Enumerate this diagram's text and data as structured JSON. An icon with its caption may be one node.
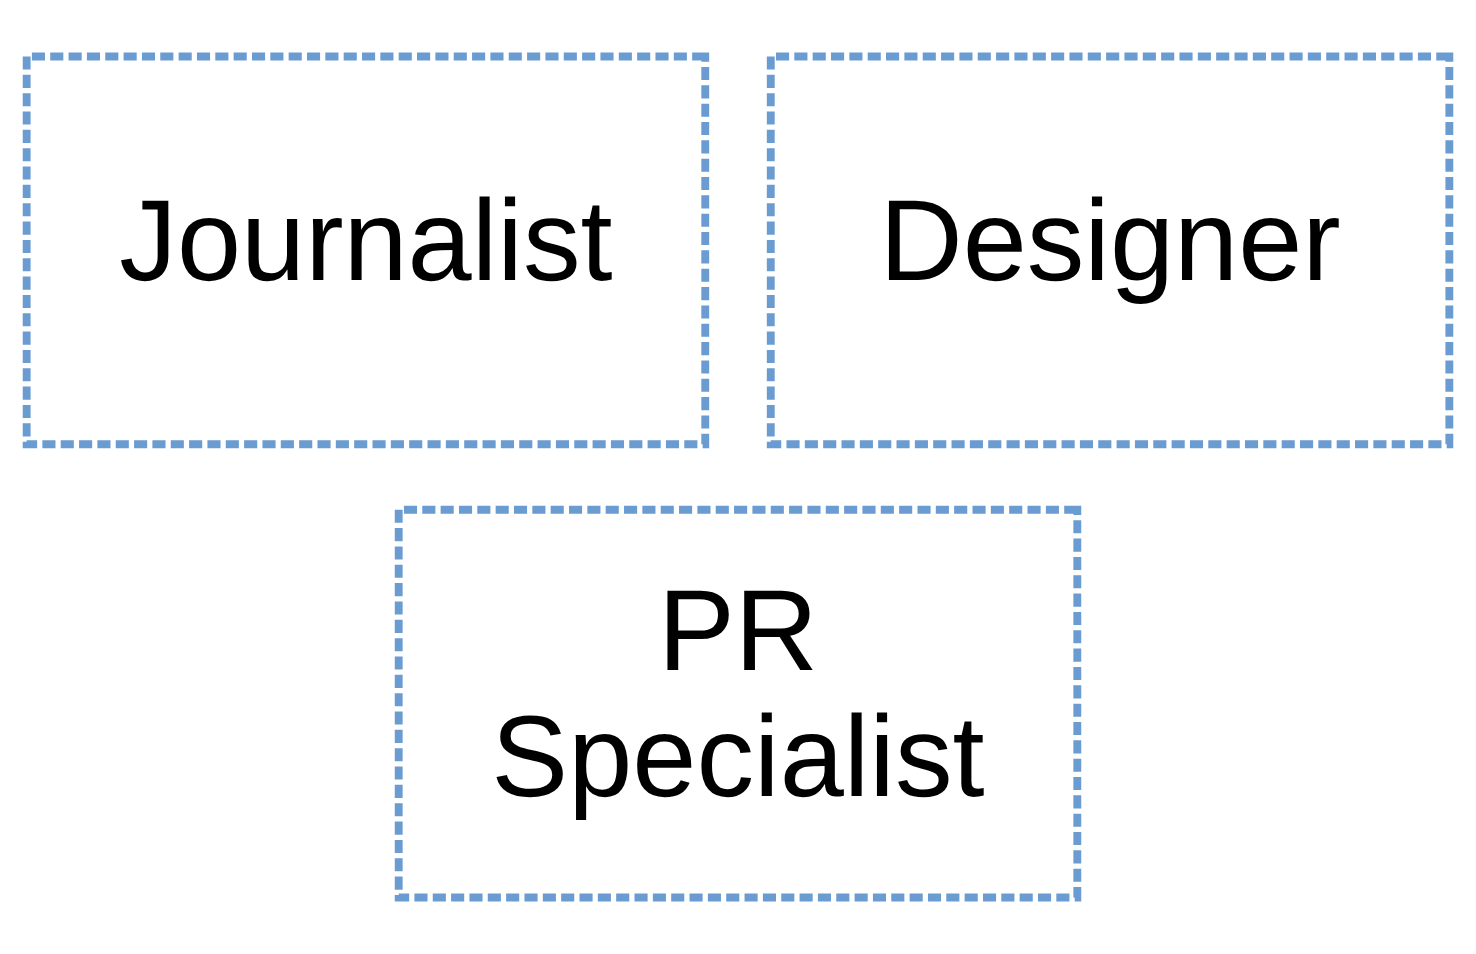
{
  "diagram": {
    "nodes": [
      {
        "text": [
          "Journalist"
        ]
      },
      {
        "text": [
          "Designer"
        ]
      },
      {
        "text": [
          "PR Specialist"
        ]
      }
    ]
  }
}
